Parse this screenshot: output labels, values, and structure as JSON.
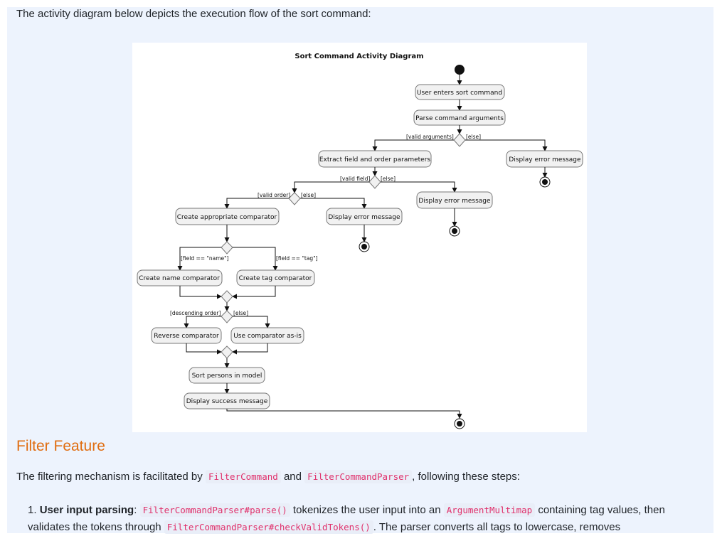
{
  "intro_text": "The activity diagram below depicts the execution flow of the sort command:",
  "diagram": {
    "title": "Sort Command Activity Diagram",
    "nodes": {
      "user_enters": "User enters sort command",
      "parse_args": "Parse command arguments",
      "extract": "Extract field and order parameters",
      "display_error_1": "Display error message",
      "display_error_2": "Display error message",
      "display_error_3": "Display error message",
      "create_comparator": "Create appropriate comparator",
      "create_name": "Create name comparator",
      "create_tag": "Create tag comparator",
      "reverse": "Reverse comparator",
      "use_asis": "Use comparator as-is",
      "sort_persons": "Sort persons in model",
      "display_success": "Display success message"
    },
    "guards": {
      "valid_arguments": "[valid arguments]",
      "else_1": "[else]",
      "valid_field": "[valid field]",
      "else_2": "[else]",
      "valid_order": "[valid order]",
      "else_3": "[else]",
      "field_name": "[field == \"name\"]",
      "field_tag": "[field == \"tag\"]",
      "descending": "[descending order]",
      "else_4": "[else]"
    }
  },
  "section_heading": "Filter Feature",
  "paragraph": {
    "before": "The filtering mechanism is facilitated by ",
    "code1": "FilterCommand",
    "mid": " and ",
    "code2": "FilterCommandParser",
    "after": ", following these steps:"
  },
  "list_item": {
    "number": "1.",
    "bold": "User input parsing",
    "colon": ": ",
    "code1": "FilterCommandParser#parse()",
    "text1": " tokenizes the user input into an ",
    "code2": "ArgumentMultimap",
    "text2": " containing tag values, then validates the tokens through ",
    "code3": "FilterCommandParser#checkValidTokens()",
    "text3": ". The parser converts all tags to lowercase, removes"
  }
}
